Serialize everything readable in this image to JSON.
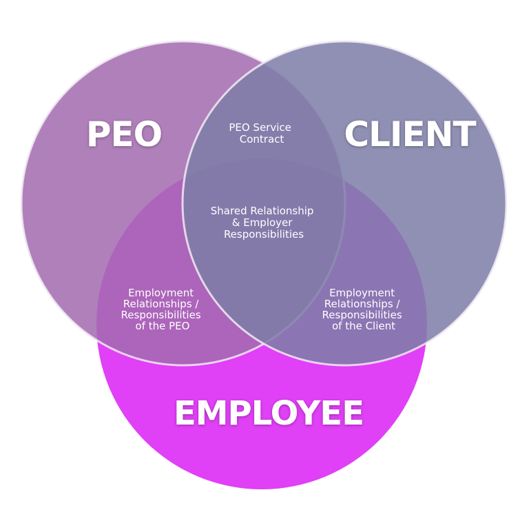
{
  "diagram": {
    "title": "PEO Co-Employment Venn Diagram",
    "colors": {
      "employee": "#e040f6",
      "peo": "#a36bb0",
      "client": "#7e7ea8",
      "outline": "#f2eaf5",
      "text": "#ffffff"
    },
    "sets": {
      "peo": "PEO",
      "client": "CLIENT",
      "employee": "EMPLOYEE"
    },
    "overlaps": {
      "peo_client": [
        "PEO Service",
        "Contract"
      ],
      "all_three": [
        "Shared Relationship",
        "& Employer",
        "Responsibilities"
      ],
      "peo_employee": [
        "Employment",
        "Relationships /",
        "Responsibilities",
        "of the PEO"
      ],
      "client_employee": [
        "Employment",
        "Relationships /",
        "Responsibilities",
        "of the Client"
      ]
    }
  }
}
